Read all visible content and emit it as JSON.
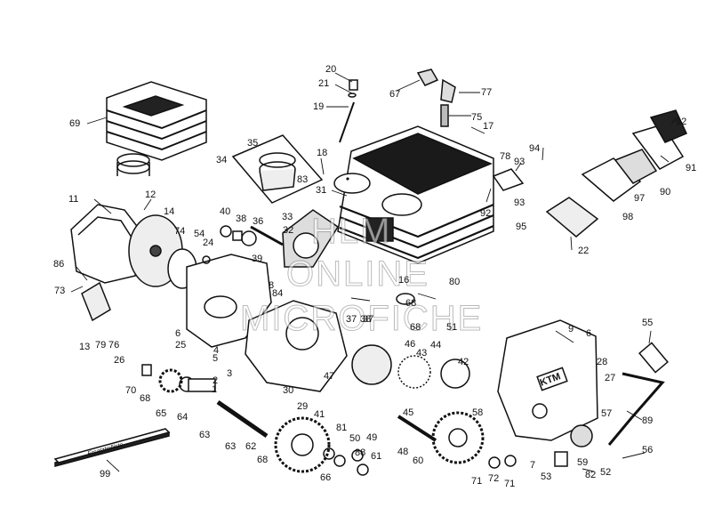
{
  "watermark": {
    "line1": "HLM",
    "line2": "ONLINE",
    "line3": "MICROFICHE"
  },
  "brand_cover": "KTM",
  "booklet_text": "Ersatzteilliste",
  "parts": [
    "1",
    "2",
    "3",
    "4",
    "5",
    "6",
    "6",
    "7",
    "8",
    "9",
    "11",
    "12",
    "13",
    "14",
    "16",
    "17",
    "18",
    "19",
    "20",
    "21",
    "22",
    "24",
    "25",
    "26",
    "27",
    "28",
    "29",
    "30",
    "31",
    "32",
    "33",
    "34",
    "35",
    "36",
    "37",
    "37",
    "38",
    "38",
    "39",
    "40",
    "41",
    "42",
    "43",
    "44",
    "45",
    "46",
    "47",
    "48",
    "49",
    "50",
    "51",
    "52",
    "53",
    "54",
    "55",
    "56",
    "57",
    "58",
    "59",
    "60",
    "61",
    "62",
    "63",
    "63",
    "64",
    "65",
    "66",
    "67",
    "68",
    "68",
    "68",
    "68",
    "69",
    "70",
    "71",
    "71",
    "72",
    "73",
    "74",
    "75",
    "76",
    "77",
    "78",
    "79",
    "80",
    "81",
    "82",
    "83",
    "84",
    "86",
    "88",
    "89",
    "90",
    "91",
    "92",
    "92",
    "93",
    "93",
    "94",
    "95",
    "97",
    "98",
    "99"
  ]
}
